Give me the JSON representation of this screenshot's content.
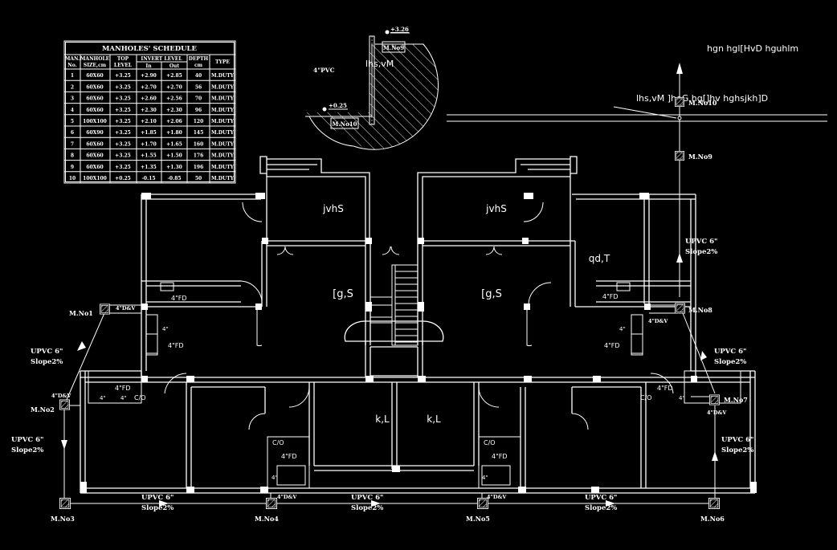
{
  "schedule": {
    "title": "MANHOLES' SCHEDULE",
    "headers": {
      "man": [
        "MAN.",
        "No."
      ],
      "size": [
        "MANHOLE",
        "SIZE,cm"
      ],
      "top": [
        "TOP",
        "LEVEL"
      ],
      "invert": "INVERT LEVEL",
      "in": "In",
      "out": "Out",
      "depth": [
        "DEPTH",
        "cm"
      ],
      "type": "TYPE"
    },
    "rows": [
      [
        "1",
        "60X60",
        "+3.25",
        "+2.90",
        "+2.85",
        "40",
        "M.DUTY"
      ],
      [
        "2",
        "60X60",
        "+3.25",
        "+2.70",
        "+2.70",
        "56",
        "M.DUTY"
      ],
      [
        "3",
        "60X60",
        "+3.25",
        "+2.60",
        "+2.56",
        "70",
        "M.DUTY"
      ],
      [
        "4",
        "60X60",
        "+3.25",
        "+2.30",
        "+2.30",
        "96",
        "M.DUTY"
      ],
      [
        "5",
        "100X100",
        "+3.25",
        "+2.10",
        "+2.06",
        "120",
        "M.DUTY"
      ],
      [
        "6",
        "60X90",
        "+3.25",
        "+1.85",
        "+1.80",
        "145",
        "M.DUTY"
      ],
      [
        "7",
        "60X60",
        "+3.25",
        "+1.70",
        "+1.65",
        "160",
        "M.DUTY"
      ],
      [
        "8",
        "60X60",
        "+3.25",
        "+1.55",
        "+1.50",
        "176",
        "M.DUTY"
      ],
      [
        "9",
        "60X60",
        "+3.25",
        "+1.35",
        "+1.30",
        "196",
        "M.DUTY"
      ],
      [
        "10",
        "100X100",
        "+0.25",
        "-0.15",
        "-0.85",
        "50",
        "M.DUTY"
      ]
    ]
  },
  "section": {
    "pipe_label": "4\"PVC",
    "level_top": "+3.26",
    "level_bottom": "+0.25",
    "manhole_top": "M.No9",
    "manhole_bottom": "M.No10",
    "wall_label": "lhs,vM"
  },
  "site": {
    "title": "hgn hgl[HvD hguhlm",
    "road_label": "lhs,vM ]hoG hg[]hv hghsjkh]D",
    "mh10": "M.No10",
    "mh9": "M.No9"
  },
  "rooms": {
    "balcony_left": "jvhS",
    "balcony_right": "jvhS",
    "hall_left": "[g,S",
    "hall_right": "[g,S",
    "kitchen_left": "k,L",
    "kitchen_right": "k,L",
    "bedroom_right": "qd,T"
  },
  "manholes": {
    "m1": "M.No1",
    "m2": "M.No2",
    "m3": "M.No3",
    "m4": "M.No4",
    "m5": "M.No5",
    "m6": "M.No6",
    "m7": "M.No7",
    "m8": "M.No8",
    "m9": "M.No9"
  },
  "pipes": {
    "upvc": "UPVC 6\"",
    "slope": "Slope2%",
    "dv": "4\"D&V",
    "fd": "4\"FD",
    "four": "4\"",
    "co": "C/O"
  }
}
